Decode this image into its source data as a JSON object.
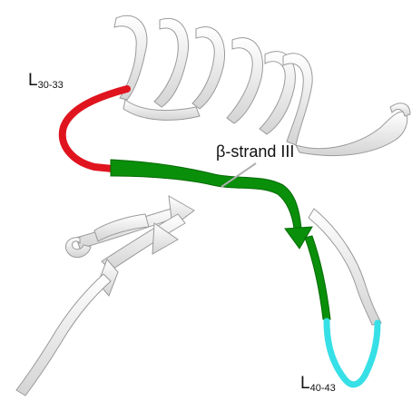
{
  "labels": {
    "loop_30_33": {
      "main": "L",
      "sub": "30-33"
    },
    "strand": "β-strand III",
    "loop_40_43": {
      "main": "L",
      "sub": "40-43"
    }
  },
  "colors": {
    "coil": "#f2f2f2",
    "outline": "#9a9a9a",
    "loop_30_33": "#e0141e",
    "strand_iii": "#0a8f0a",
    "loop_40_43": "#36e0e6"
  }
}
